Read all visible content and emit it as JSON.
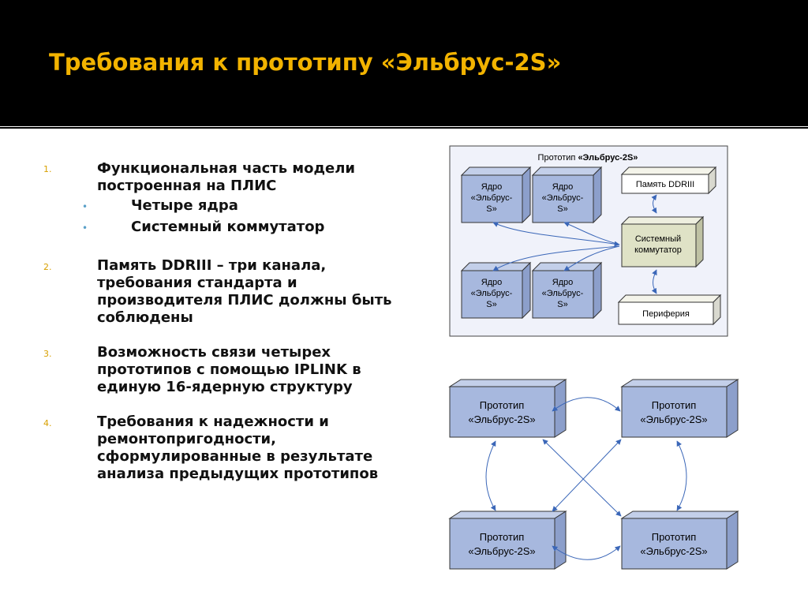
{
  "slide": {
    "title": "Требования к прототипу «Эльбрус-2S»"
  },
  "list": {
    "items": [
      {
        "num": "1.",
        "lines": [
          "Функциональная часть модели",
          "построенная на ПЛИС"
        ],
        "sub": [
          "Четыре ядра",
          "Системный коммутатор"
        ]
      },
      {
        "num": "2.",
        "lines": [
          "Память DDRIII – три канала,",
          "требования стандарта и",
          "производителя ПЛИС должны быть",
          "соблюдены"
        ]
      },
      {
        "num": "3.",
        "lines": [
          "Возможность связи четырех",
          "прототипов с помощью IPLINK в",
          "единую 16-ядерную структуру"
        ]
      },
      {
        "num": "4.",
        "lines": [
          "Требования к надежности и",
          "ремонтопригодности,",
          "сформулированные в результате",
          "анализа предыдущих прототипов"
        ]
      }
    ]
  },
  "diagram1": {
    "title_prefix": "Прототип ",
    "title_bold": "«Эльбрус-2S»",
    "core": [
      "Ядро",
      "«Эльбрус-",
      "S»"
    ],
    "memory": "Память DDRIII",
    "switch": [
      "Системный",
      "коммутатор"
    ],
    "periphery": "Периферия"
  },
  "diagram2": {
    "node": [
      "Прототип",
      "«Эльбрус-2S»"
    ]
  },
  "colors": {
    "title": "#f2b300",
    "cube_blue": "#a7b8de",
    "cube_switch": "#dfe2c6",
    "panel_bg": "#f0f2fa",
    "arrow": "#3b67b8"
  }
}
